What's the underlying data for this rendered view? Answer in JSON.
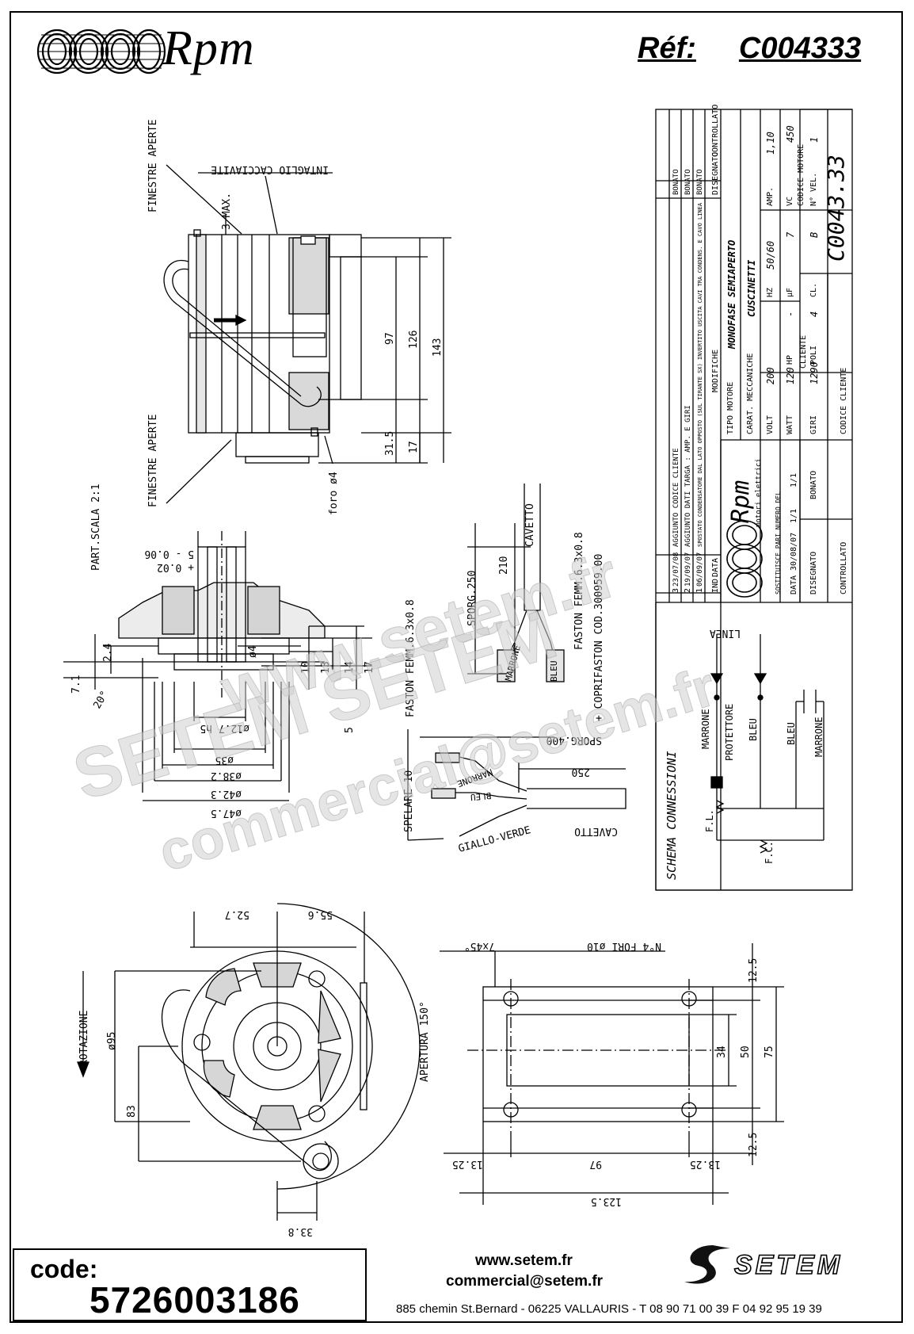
{
  "header": {
    "brand": "Rpm",
    "ref_label": "Réf:",
    "ref_value": "C004333"
  },
  "drawing_labels": {
    "finestre_aperte_top": "FINESTRE APERTE",
    "finestre_aperte_bottom": "FINESTRE APERTE",
    "intaglio": "INTAGLIO CACCIAVITE",
    "max3": "3 MAX.",
    "foro": "foro ø4",
    "dim_97": "97",
    "dim_126": "126",
    "dim_143": "143",
    "dim_31_5": "31.5",
    "dim_17_side": "17",
    "part_scala": "PART.SCALA 2:1",
    "shaft_tol_top": "5 - 0.06",
    "shaft_tol_plus": "+ 0.02",
    "dim_2_4": "2.4",
    "dim_7_1": "7.1",
    "dim_20deg": "20°",
    "dim_d4": "ø4",
    "dim_10": "10",
    "dim_13": "13",
    "dim_14": "14",
    "dim_17": "17",
    "dim_5": "5",
    "dim_d12_7": "ø12.7 h5",
    "dim_d35": "ø35",
    "dim_d38_2": "ø38.2",
    "dim_d42_3": "ø42.3",
    "dim_d47_5": "ø47.5",
    "cavetto": "CAVETTO",
    "dim_210": "210",
    "sporg_250": "SPORG.250",
    "marrone": "MARRONE",
    "bleu": "BLEU",
    "faston_femm": "FASTON FEMM.6.3x0.8",
    "copri_faston": "+ COPRIFASTON COD.300959.00",
    "faston_femm_2": "FASTON FEMM.6.3x0.8",
    "spelare": "SPELARE 10",
    "sporg_400": "SPORG.400",
    "dim_250": "250",
    "giallo_verde": "GIALLO-VERDE",
    "cavetto_2": "CAVETTO",
    "rotazione": "ROTAZIONE",
    "dim_d95": "ø95",
    "dim_83": "83",
    "dim_52_7": "52.7",
    "dim_55_6": "55.6",
    "apertura": "APERTURA 150°",
    "dim_33_8": "33.8",
    "chamfer": "7x45°",
    "fori": "N°4 FORI ø10",
    "dim_12_5a": "12.5",
    "dim_12_5b": "12.5",
    "dim_34": "34",
    "dim_50": "50",
    "dim_75": "75",
    "dim_13_25a": "13.25",
    "dim_97b": "97",
    "dim_13_25b": "13.25",
    "dim_123_5": "123.5"
  },
  "title_block": {
    "tipo_motore": "TIPO MOTORE",
    "monofase": "MONOFASE SEMIAPERTO",
    "carat": "CARAT. MECCANICHE",
    "cuscinetti": "CUSCINETTI",
    "volt": "VOLT",
    "volt_val": "200",
    "hz": "HZ",
    "hz_val": "50/60",
    "amp": "AMP.",
    "amp_val": "1,10",
    "watt": "WATT",
    "watt_val": "120",
    "hp": "HP",
    "hp_val": "-",
    "uf": "µF",
    "uf_val": "7",
    "vc": "VC",
    "vc_val": "450",
    "giri": "GIRI",
    "giri_val": "1290",
    "poli": "POLI",
    "poli_val": "4",
    "cl": "CL.",
    "cl_val": "B",
    "nvel": "N° VEL.",
    "nvel_val": "1",
    "cliente": "CLIENTE",
    "codice_motore": "CODICE MOTORE",
    "codice_motore_val": "C0043.33",
    "codice_cliente": "CODICE CLIENTE",
    "brand": "Rpm",
    "brand_sub": "motori elettrici",
    "sostituisce": "SOSTITUISCE PARI NUMERO DEL",
    "data": "DATA",
    "data_val": "30/08/07",
    "scale1": "1/1",
    "scale2": "1/1",
    "disegnato": "DISEGNATO",
    "disegnato_val": "BONATO",
    "controllato": "CONTROLLATO",
    "rev_header_ind": "IND.",
    "rev_header_data": "DATA",
    "rev_header_mod": "MODIFICHE",
    "rev_header_dis": "DISEGNATO",
    "rev_header_contr": "CONTROLLATO",
    "rev": [
      {
        "ind": "3",
        "data": "23/07/08",
        "mod": "AGGIUNTO CODICE CLIENTE",
        "dis": "BONATO"
      },
      {
        "ind": "2",
        "data": "19/09/07",
        "mod": "AGGIUNTO DATI TARGA : AMP. E GIRI",
        "dis": "BONATO"
      },
      {
        "ind": "1",
        "data": "06/09/07",
        "mod": "SPOSTATO CONDENSATORE DAL LATO OPPOSTO (SUL TIRANTE SX) INVERTITO USCITA CAVI TRA CONDENS. E CAVO LINEA",
        "dis": "BONATO"
      }
    ]
  },
  "schema": {
    "title": "SCHEMA CONNESSIONI",
    "linea": "LINEA",
    "marrone": "MARRONE",
    "protettore": "PROTETTORE",
    "bleu": "BLEU",
    "bleu2": "BLEU",
    "marrone2": "MARRONE",
    "fl": "F.L.",
    "fc": "F.C."
  },
  "watermark": {
    "line1": "www.setem.fr",
    "line2": "SETEM SETEM",
    "line3": "commercial@setem.fr"
  },
  "footer": {
    "code_label": "code:",
    "code_value": "5726003186",
    "website": "www.setem.fr",
    "email": "commercial@setem.fr",
    "address": "885 chemin St.Bernard  -  06225 VALLAURIS  -  T 08 90 71 00 39  F 04 92 95 19 39",
    "company_logo_text": "SETEM"
  }
}
